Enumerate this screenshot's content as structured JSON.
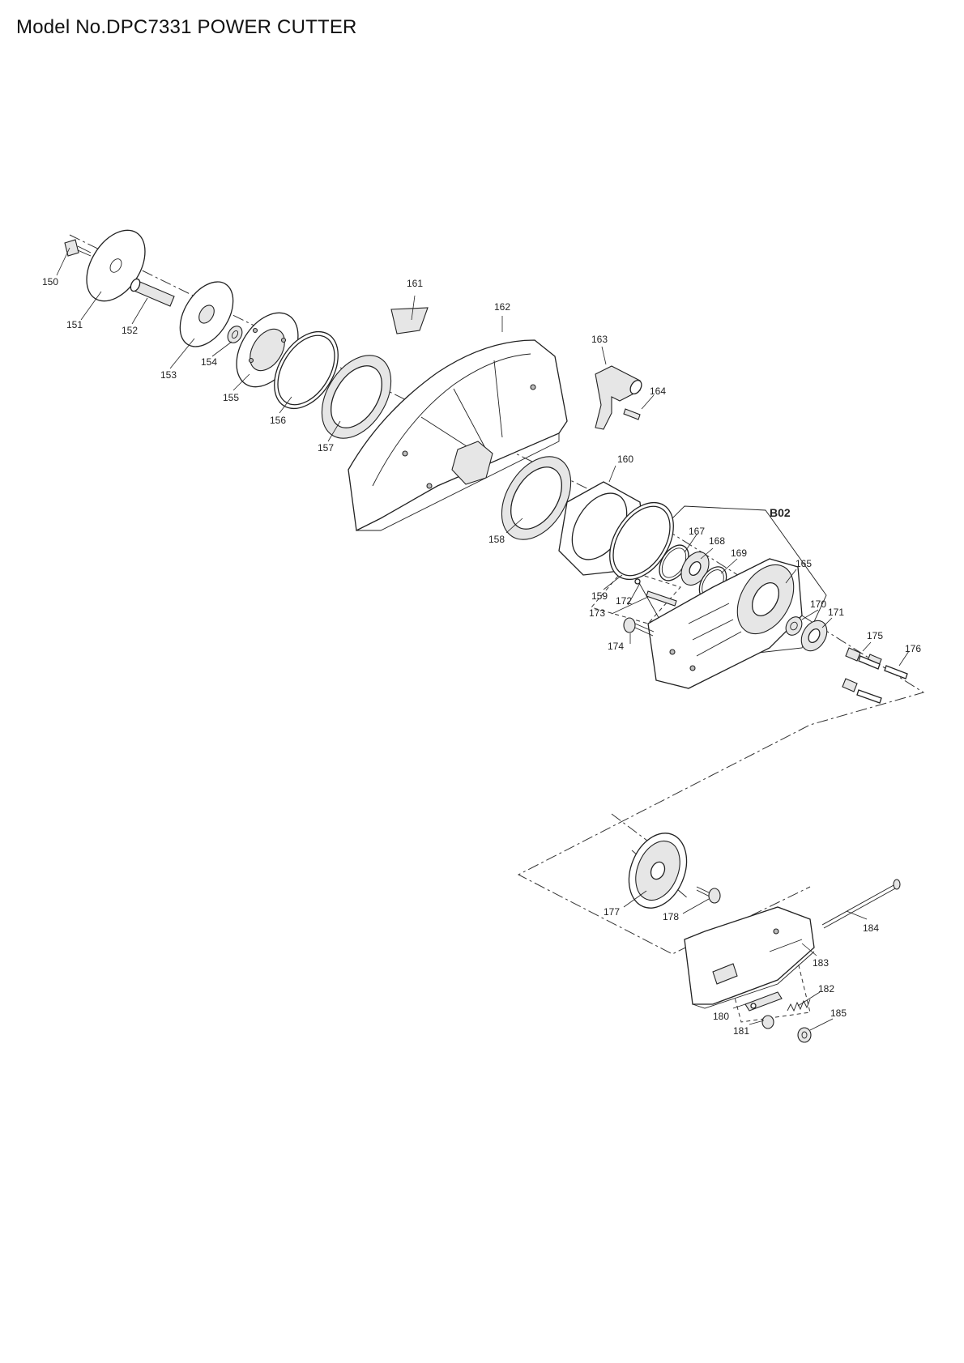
{
  "title": "Model No.DPC7331 POWER CUTTER",
  "group_label": "B02",
  "parts": [
    {
      "key": "p150",
      "number": "150"
    },
    {
      "key": "p151",
      "number": "151"
    },
    {
      "key": "p152",
      "number": "152"
    },
    {
      "key": "p153",
      "number": "153"
    },
    {
      "key": "p154",
      "number": "154"
    },
    {
      "key": "p155",
      "number": "155"
    },
    {
      "key": "p156",
      "number": "156"
    },
    {
      "key": "p157",
      "number": "157"
    },
    {
      "key": "p158",
      "number": "158"
    },
    {
      "key": "p159",
      "number": "159"
    },
    {
      "key": "p160",
      "number": "160"
    },
    {
      "key": "p161",
      "number": "161"
    },
    {
      "key": "p162",
      "number": "162"
    },
    {
      "key": "p163",
      "number": "163"
    },
    {
      "key": "p164",
      "number": "164"
    },
    {
      "key": "p165",
      "number": "165"
    },
    {
      "key": "p167",
      "number": "167"
    },
    {
      "key": "p168",
      "number": "168"
    },
    {
      "key": "p169",
      "number": "169"
    },
    {
      "key": "p170",
      "number": "170"
    },
    {
      "key": "p171",
      "number": "171"
    },
    {
      "key": "p172",
      "number": "172"
    },
    {
      "key": "p173",
      "number": "173"
    },
    {
      "key": "p174",
      "number": "174"
    },
    {
      "key": "p175",
      "number": "175"
    },
    {
      "key": "p176",
      "number": "176"
    },
    {
      "key": "p177",
      "number": "177"
    },
    {
      "key": "p178",
      "number": "178"
    },
    {
      "key": "p180",
      "number": "180"
    },
    {
      "key": "p181",
      "number": "181"
    },
    {
      "key": "p182",
      "number": "182"
    },
    {
      "key": "p183",
      "number": "183"
    },
    {
      "key": "p184",
      "number": "184"
    },
    {
      "key": "p185",
      "number": "185"
    }
  ]
}
